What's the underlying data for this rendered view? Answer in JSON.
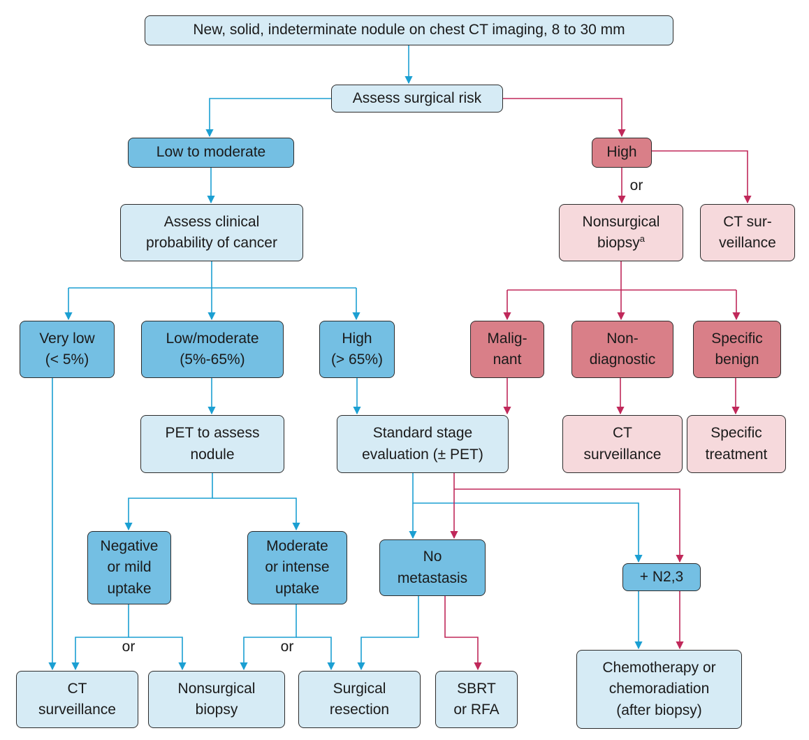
{
  "colors": {
    "blue_line": "#1b9fd2",
    "pink_line": "#c0285a"
  },
  "nodes": {
    "root": "New, solid, indeterminate nodule on chest CT imaging, 8 to 30 mm",
    "assess_surgical_risk": "Assess surgical risk",
    "low_to_moderate": "Low to moderate",
    "high_risk": "High",
    "assess_clinical_probability": "Assess clinical\nprobability of cancer",
    "nonsurgical_biopsy_high": "Nonsurgical\nbiopsy",
    "nonsurgical_biopsy_high_note": "a",
    "ct_surveillance_high": "CT sur-\nveillance",
    "very_low": "Very low\n(< 5%)",
    "low_moderate_prob": "Low/moderate\n(5%-65%)",
    "high_prob": "High\n(> 65%)",
    "malignant": "Malig-\nnant",
    "nondiagnostic": "Non-\ndiagnostic",
    "specific_benign": "Specific\nbenign",
    "pet_assess_nodule": "PET to assess\nnodule",
    "standard_stage_evaluation": "Standard stage\nevaluation (± PET)",
    "ct_surveillance_nondiag": "CT\nsurveillance",
    "specific_treatment": "Specific\ntreatment",
    "negative_mild_uptake": "Negative\nor mild\nuptake",
    "moderate_intense_uptake": "Moderate\nor intense\nuptake",
    "no_metastasis": "No\nmetastasis",
    "n23": "+ N2,3",
    "ct_surveillance_bottom": "CT\nsurveillance",
    "nonsurgical_biopsy_bottom": "Nonsurgical\nbiopsy",
    "surgical_resection": "Surgical\nresection",
    "sbrt_rfa": "SBRT\nor RFA",
    "chemotherapy": "Chemotherapy or\nchemoradiation\n(after biopsy)"
  },
  "or_labels": {
    "high_branch": "or",
    "negative_branch": "or",
    "moderate_branch": "or"
  }
}
